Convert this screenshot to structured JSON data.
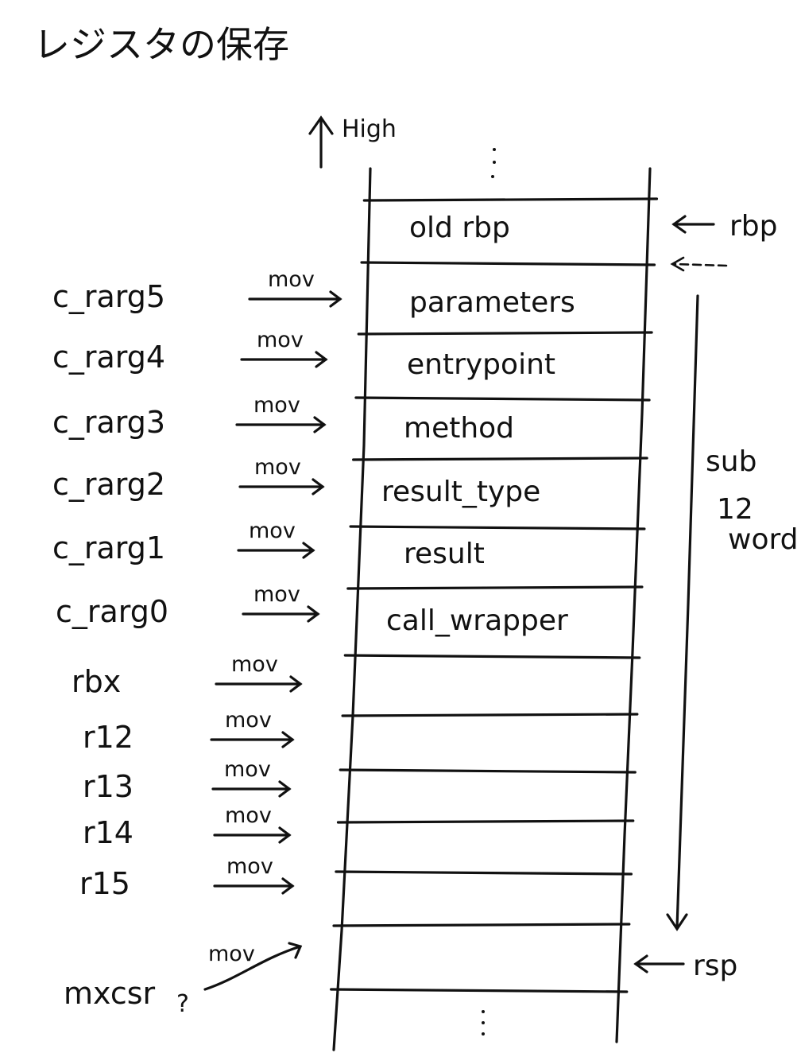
{
  "title": "レジスタの保存",
  "high_label": "High",
  "stack_slots": [
    "old rbp",
    "parameters",
    "entrypoint",
    "method",
    "result_type",
    "result",
    "call_wrapper",
    "",
    "",
    "",
    "",
    "",
    "",
    ""
  ],
  "registers": [
    "c_rarg5",
    "c_rarg4",
    "c_rarg3",
    "c_rarg2",
    "c_rarg1",
    "c_rarg0",
    "rbx",
    "r12",
    "r13",
    "r14",
    "r15",
    "mxcsr"
  ],
  "mov_label": "mov",
  "mxcsr_mark": "?",
  "rbp_label": "rbp",
  "rsp_label": "rsp",
  "sub_label": "sub",
  "sub_amount": "12",
  "sub_unit": "word"
}
